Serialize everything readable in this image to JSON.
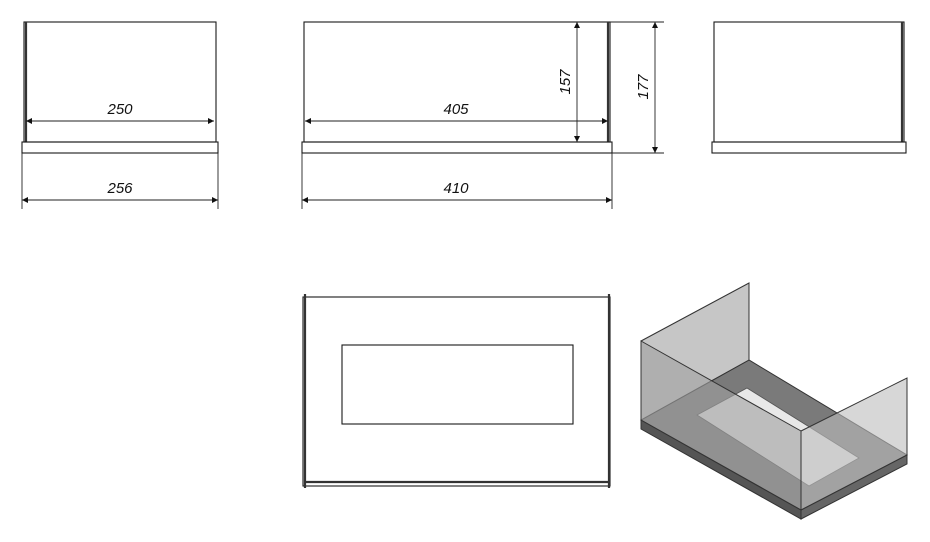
{
  "drawing": {
    "front_view": {
      "inner_width_label": "250",
      "outer_width_label": "256"
    },
    "side_view": {
      "inner_width_label": "405",
      "outer_width_label": "410",
      "glass_height_label": "157",
      "total_height_label": "177"
    }
  },
  "colors": {
    "line": "#1a1a1a",
    "base_top": "#7a7a7a",
    "base_side": "#555555",
    "glass": "#a9a9a9",
    "floor_light": "#e8e8e8"
  }
}
